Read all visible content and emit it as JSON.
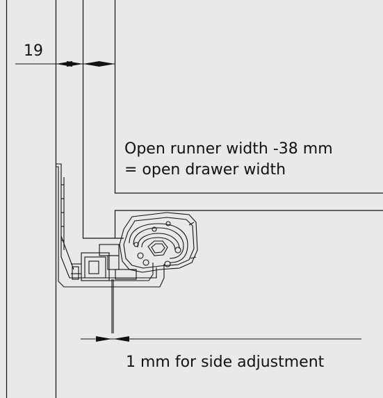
{
  "labels": {
    "dimension_value": "19",
    "runner_width_line1": "Open runner width -38 mm",
    "runner_width_line2": "= open drawer width",
    "side_adjustment": "1 mm for side adjustment"
  },
  "colors": {
    "background": "#e9e9ea",
    "line": "#111111"
  }
}
